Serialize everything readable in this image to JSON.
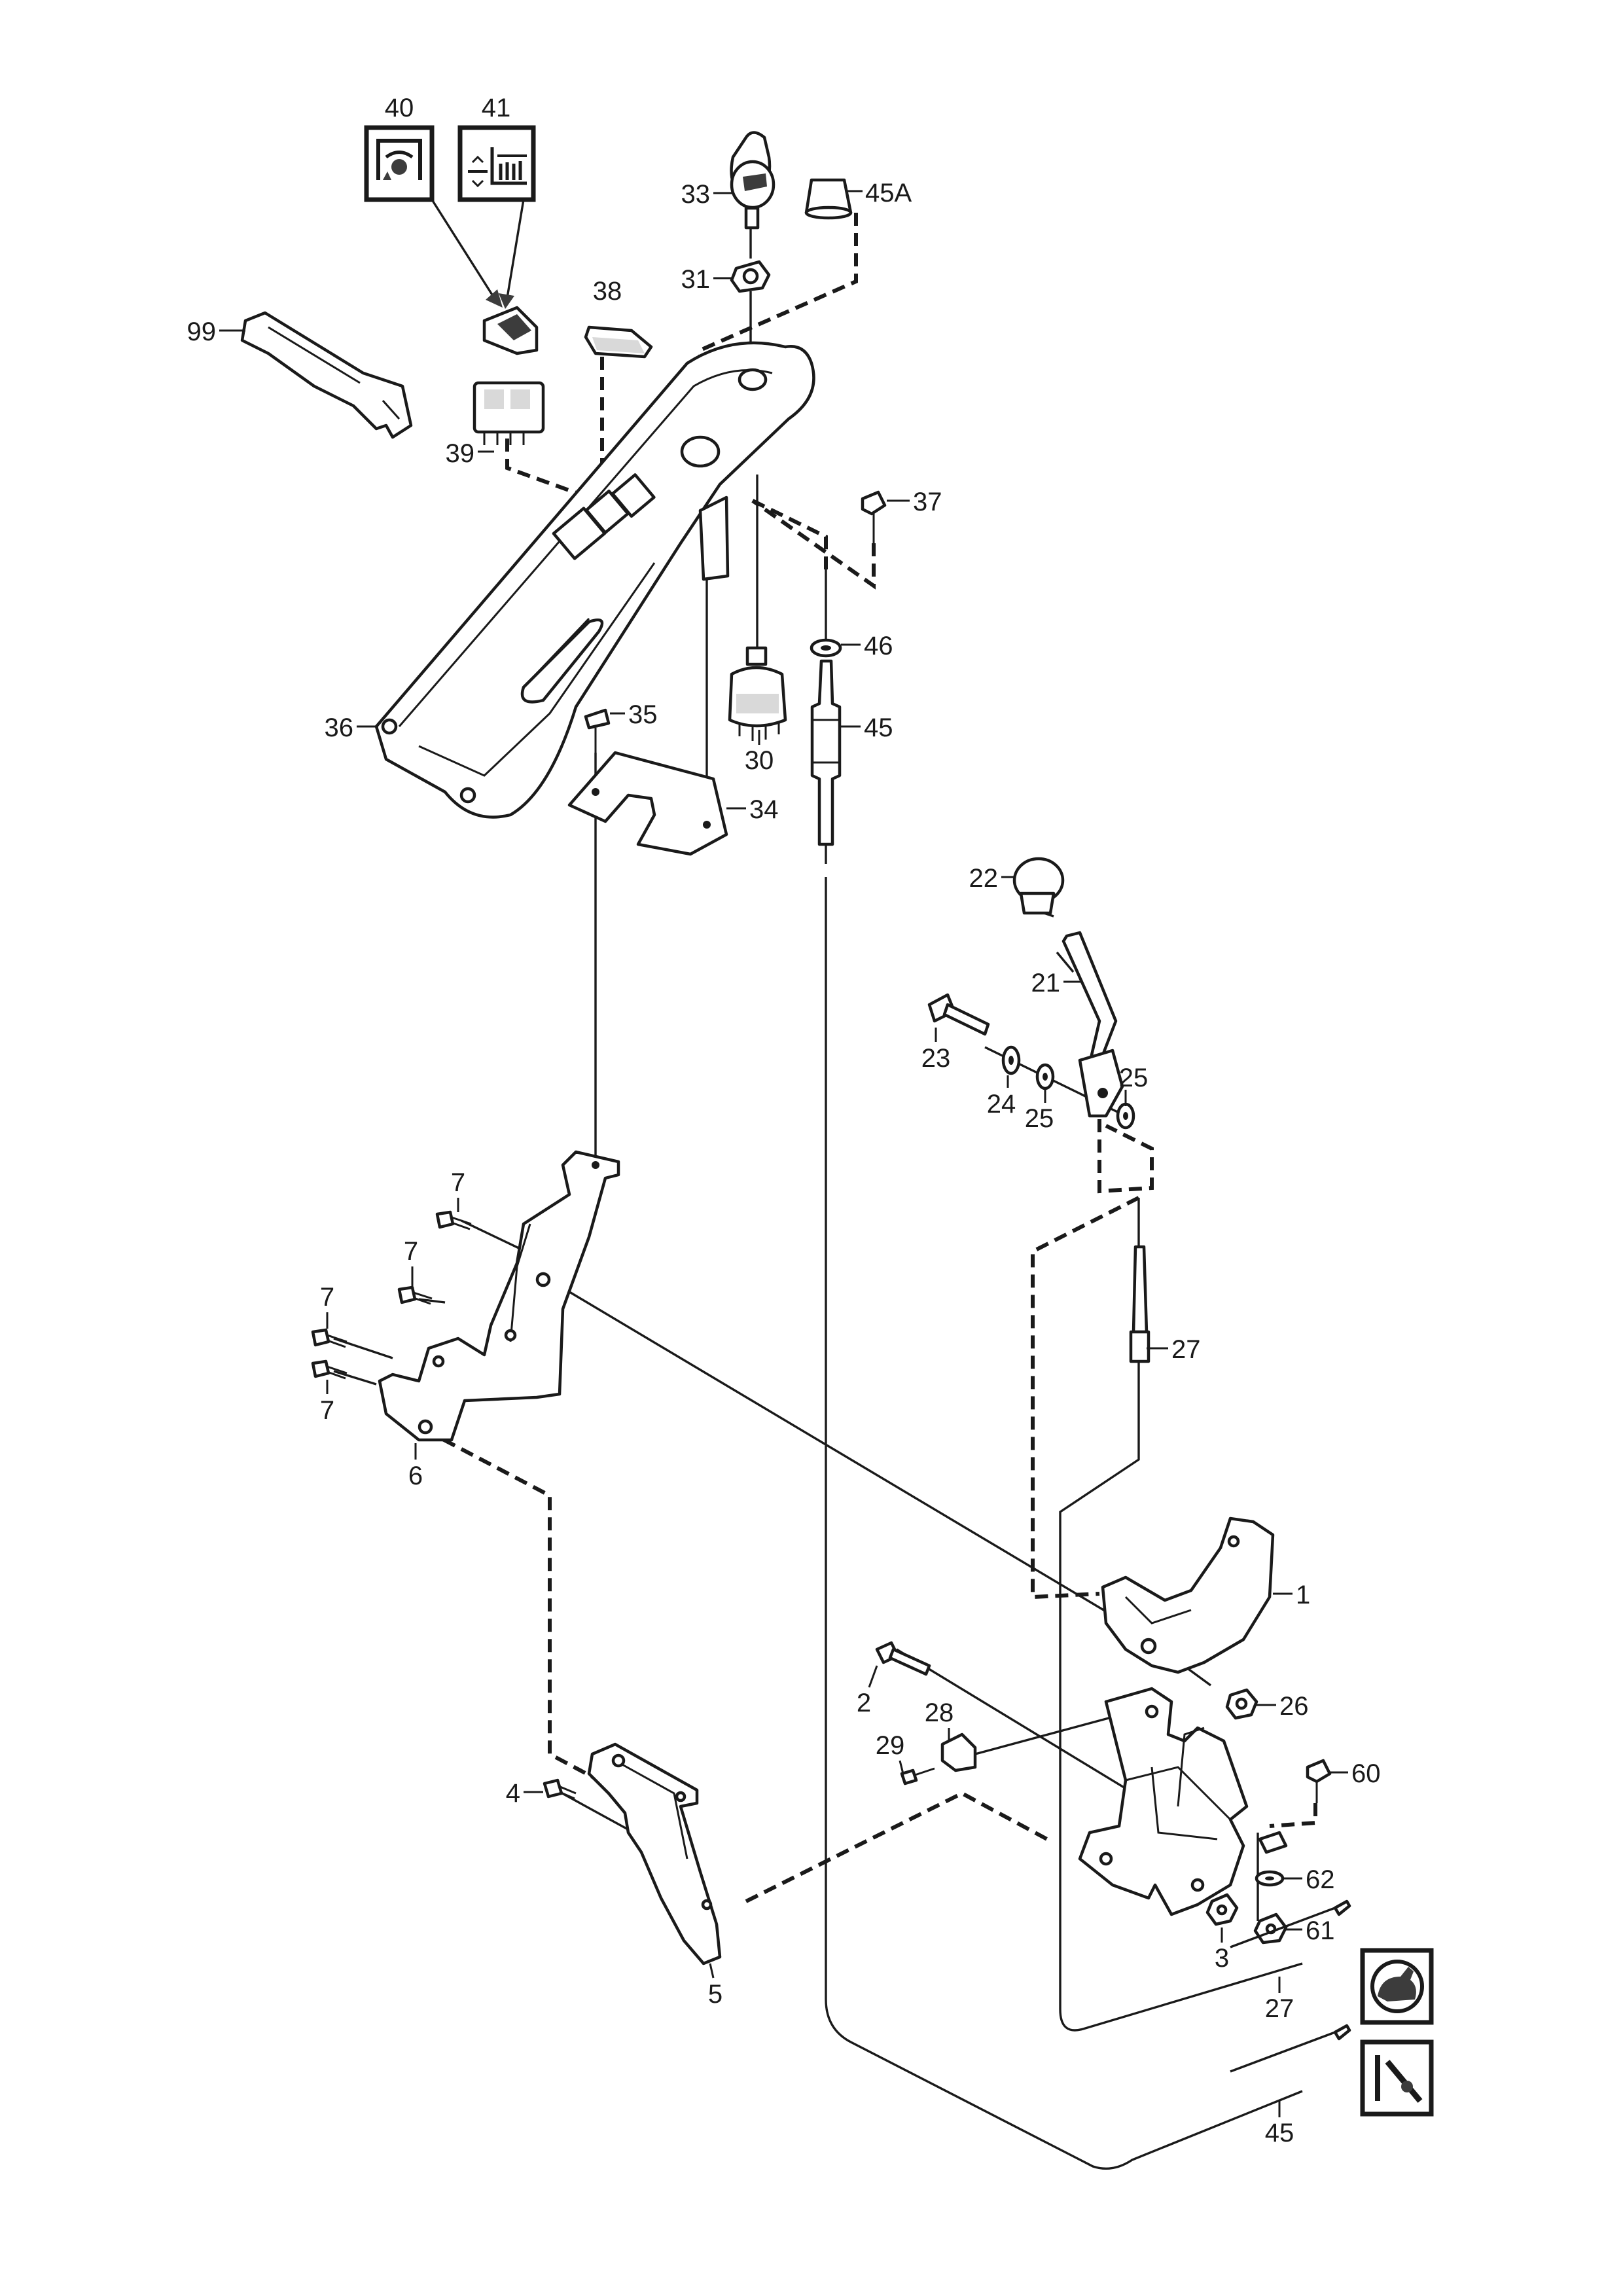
{
  "callouts": [
    {
      "id": "40",
      "label": "40"
    },
    {
      "id": "41",
      "label": "41"
    },
    {
      "id": "33",
      "label": "33"
    },
    {
      "id": "45A",
      "label": "45A"
    },
    {
      "id": "31",
      "label": "31"
    },
    {
      "id": "38",
      "label": "38"
    },
    {
      "id": "99",
      "label": "99"
    },
    {
      "id": "39",
      "label": "39"
    },
    {
      "id": "37",
      "label": "37"
    },
    {
      "id": "46",
      "label": "46"
    },
    {
      "id": "45",
      "label": "45"
    },
    {
      "id": "36",
      "label": "36"
    },
    {
      "id": "35",
      "label": "35"
    },
    {
      "id": "30",
      "label": "30"
    },
    {
      "id": "34",
      "label": "34"
    },
    {
      "id": "22",
      "label": "22"
    },
    {
      "id": "21",
      "label": "21"
    },
    {
      "id": "23",
      "label": "23"
    },
    {
      "id": "24",
      "label": "24"
    },
    {
      "id": "25a",
      "label": "25"
    },
    {
      "id": "25b",
      "label": "25"
    },
    {
      "id": "7a",
      "label": "7"
    },
    {
      "id": "7b",
      "label": "7"
    },
    {
      "id": "7c",
      "label": "7"
    },
    {
      "id": "7d",
      "label": "7"
    },
    {
      "id": "27a",
      "label": "27"
    },
    {
      "id": "6",
      "label": "6"
    },
    {
      "id": "1",
      "label": "1"
    },
    {
      "id": "26",
      "label": "26"
    },
    {
      "id": "2",
      "label": "2"
    },
    {
      "id": "28",
      "label": "28"
    },
    {
      "id": "29",
      "label": "29"
    },
    {
      "id": "60",
      "label": "60"
    },
    {
      "id": "4",
      "label": "4"
    },
    {
      "id": "62",
      "label": "62"
    },
    {
      "id": "61",
      "label": "61"
    },
    {
      "id": "3",
      "label": "3"
    },
    {
      "id": "5",
      "label": "5"
    },
    {
      "id": "27b",
      "label": "27"
    },
    {
      "id": "45b",
      "label": "45"
    }
  ],
  "symbols": [
    {
      "name": "rotation-decal-icon"
    },
    {
      "name": "cutting-height-decal-icon"
    },
    {
      "name": "speed-rabbit-icon"
    },
    {
      "name": "control-lever-icon"
    }
  ]
}
